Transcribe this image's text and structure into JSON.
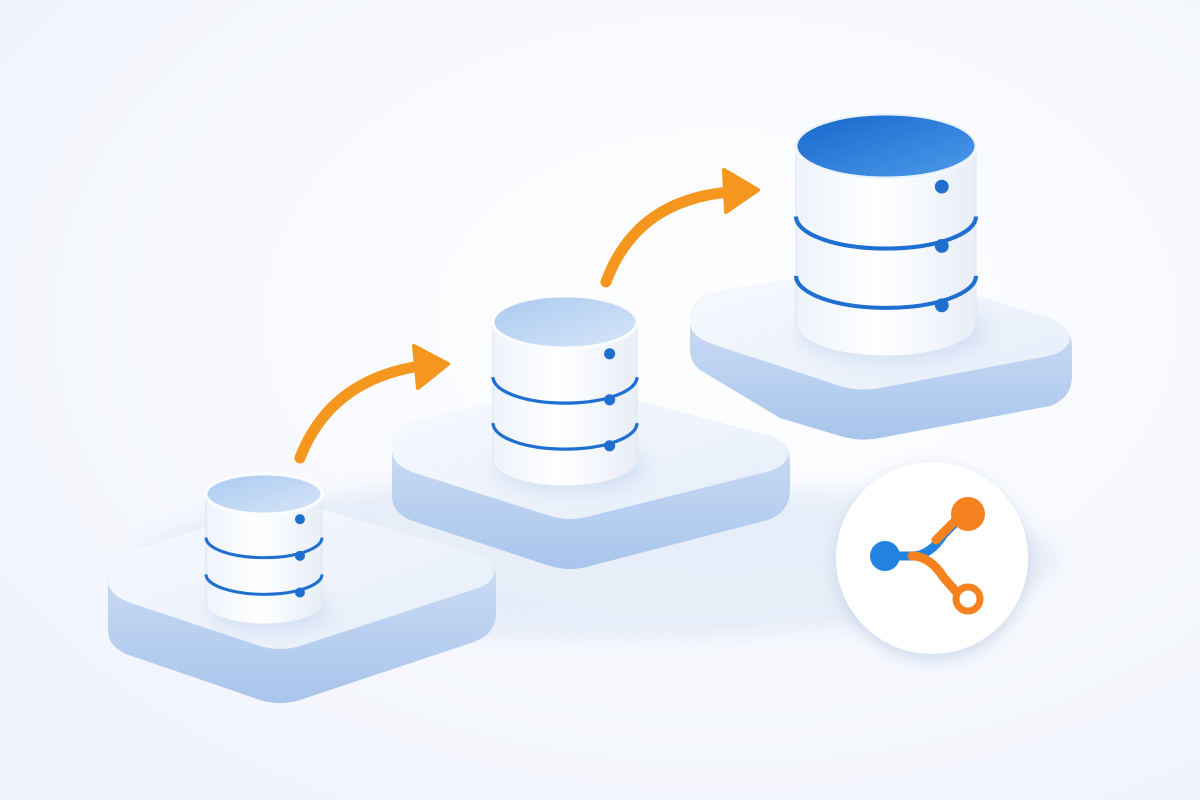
{
  "diagram": {
    "stages": [
      {
        "id": "small",
        "tier_count": 3,
        "top_style": "light"
      },
      {
        "id": "medium",
        "tier_count": 3,
        "top_style": "light"
      },
      {
        "id": "large",
        "tier_count": 3,
        "top_style": "accent"
      }
    ],
    "arrows": [
      {
        "from": "small",
        "to": "medium"
      },
      {
        "from": "medium",
        "to": "large"
      }
    ],
    "badge": {
      "icon": "share-branch-icon"
    }
  },
  "colors": {
    "background": "#f4f7fc",
    "platform_top": "#eef3fc",
    "platform_side": "#c9daf4",
    "db_body": "#ffffff",
    "db_band": "#1e6fd0",
    "db_dot": "#1e6fd0",
    "db_top_light": "#b9d3f3",
    "db_top_accent": "#1f78dc",
    "arrow": "#f5961f",
    "badge_blue": "#2383e2",
    "badge_orange": "#f5821f"
  }
}
